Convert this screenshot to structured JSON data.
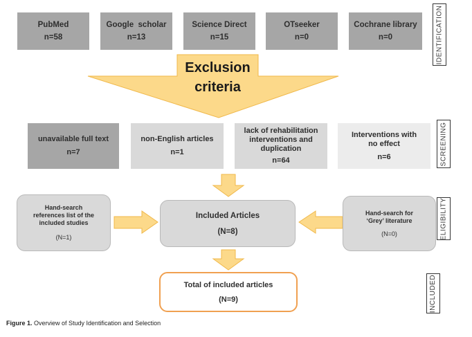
{
  "sources": [
    {
      "name": "PubMed",
      "count": "n=58"
    },
    {
      "name": "Google  scholar",
      "count": "n=13"
    },
    {
      "name": "Science Direct",
      "count": "n=15"
    },
    {
      "name": "OTseeker",
      "count": "n=0"
    },
    {
      "name": "Cochrane library",
      "count": "n=0"
    }
  ],
  "exclusion": {
    "line1": "Exclusion",
    "line2": "criteria"
  },
  "screening": [
    {
      "lines": [
        "unavailable full text"
      ],
      "count": "n=7"
    },
    {
      "lines": [
        "non-English articles"
      ],
      "count": "n=1"
    },
    {
      "lines": [
        "lack of rehabilitation",
        "interventions and",
        "duplication"
      ],
      "count": "n=64"
    },
    {
      "lines": [
        "Interventions with",
        "no effect"
      ],
      "count": "n=6"
    }
  ],
  "hand_search_left": {
    "lines": [
      "Hand-search",
      "references list of the",
      "included studies"
    ],
    "count": "(N=1)"
  },
  "included": {
    "title": "Included Articles",
    "count": "(N=8)"
  },
  "hand_search_right": {
    "lines": [
      "Hand-search for",
      "‘Grey’ literature"
    ],
    "count": "(N=0)"
  },
  "total": {
    "title": "Total of included articles",
    "count": "(N=9)"
  },
  "stages": [
    "IDENTIFICATION",
    "SCREENING",
    "ELIGIBILITY",
    "INCLUDED"
  ],
  "caption": {
    "label": "Figure 1.",
    "text": " Overview of Study Identification and Selection"
  },
  "colors": {
    "arrow": "#fcd98a",
    "arrow_stroke": "#f0b84a",
    "box_dark": "#a6a6a6",
    "box_light": "#d9d9d9",
    "total_border": "#f0a050"
  }
}
